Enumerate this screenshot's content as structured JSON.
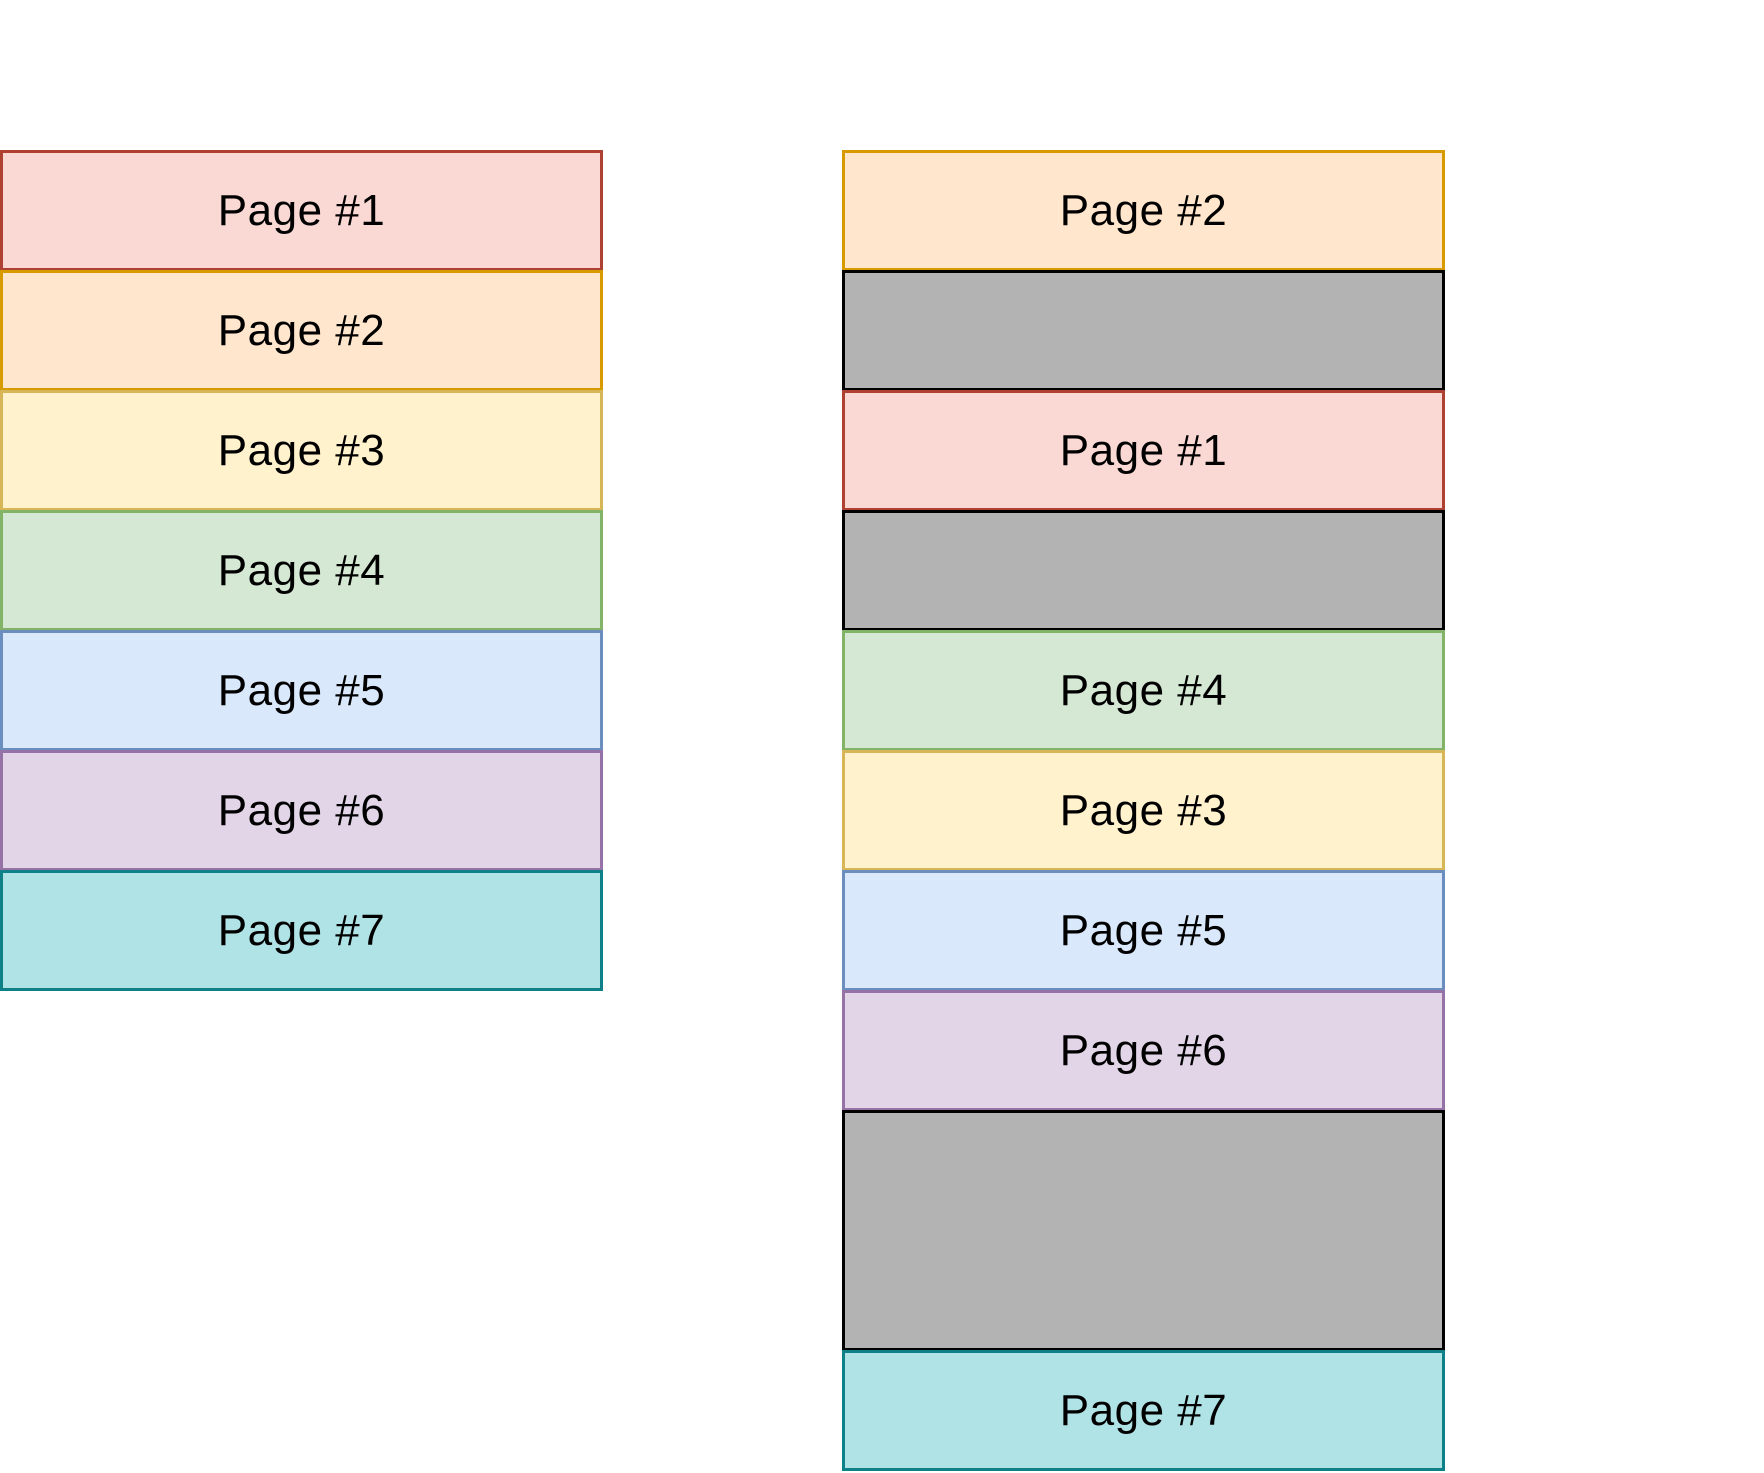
{
  "colors": {
    "p1": {
      "fill": "#fad9d5",
      "stroke": "#ae4132"
    },
    "p2": {
      "fill": "#ffe6cc",
      "stroke": "#d79b00"
    },
    "p3": {
      "fill": "#fff2cc",
      "stroke": "#d6b656"
    },
    "p4": {
      "fill": "#d5e8d4",
      "stroke": "#82b366"
    },
    "p5": {
      "fill": "#dae8fc",
      "stroke": "#6c8ebf"
    },
    "p6": {
      "fill": "#e1d5e7",
      "stroke": "#9673a6"
    },
    "p7": {
      "fill": "#b0e3e6",
      "stroke": "#0e8088"
    },
    "empty": {
      "fill": "#b3b3b3",
      "stroke": "#000000"
    }
  },
  "left_column": [
    {
      "label": "Page #1",
      "color": "p1"
    },
    {
      "label": "Page #2",
      "color": "p2"
    },
    {
      "label": "Page #3",
      "color": "p3"
    },
    {
      "label": "Page #4",
      "color": "p4"
    },
    {
      "label": "Page #5",
      "color": "p5"
    },
    {
      "label": "Page #6",
      "color": "p6"
    },
    {
      "label": "Page #7",
      "color": "p7"
    }
  ],
  "right_column": [
    {
      "label": "Page #2",
      "color": "p2"
    },
    {
      "label": "",
      "color": "empty"
    },
    {
      "label": "Page #1",
      "color": "p1"
    },
    {
      "label": "",
      "color": "empty"
    },
    {
      "label": "Page #4",
      "color": "p4"
    },
    {
      "label": "Page #3",
      "color": "p3"
    },
    {
      "label": "Page #5",
      "color": "p5"
    },
    {
      "label": "Page #6",
      "color": "p6"
    },
    {
      "label": "",
      "color": "empty",
      "slots": 2
    },
    {
      "label": "Page #7",
      "color": "p7"
    }
  ]
}
